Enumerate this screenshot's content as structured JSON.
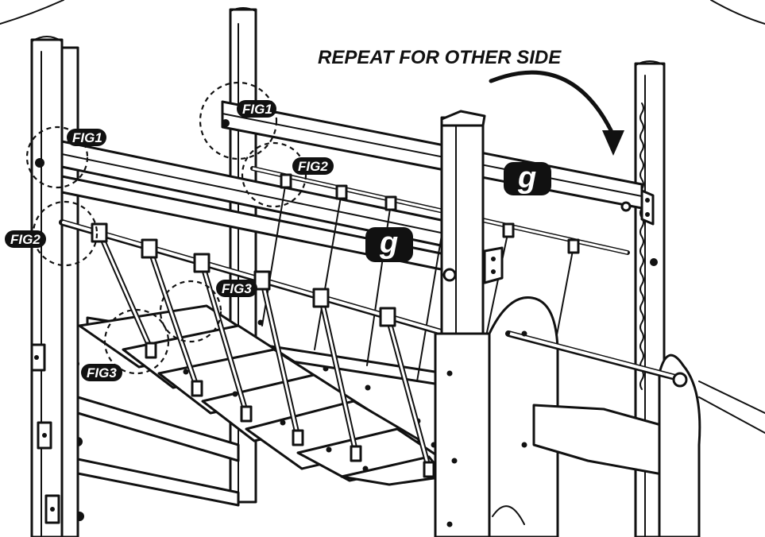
{
  "instruction": "REPEAT FOR OTHER SIDE",
  "part_label": "g",
  "figures": {
    "fig1": "FIG1",
    "fig2": "FIG2",
    "fig3": "FIG3"
  },
  "colors": {
    "ink": "#111111",
    "paper": "#ffffff"
  },
  "icons": {
    "rotation": "curved-arrow-icon"
  }
}
